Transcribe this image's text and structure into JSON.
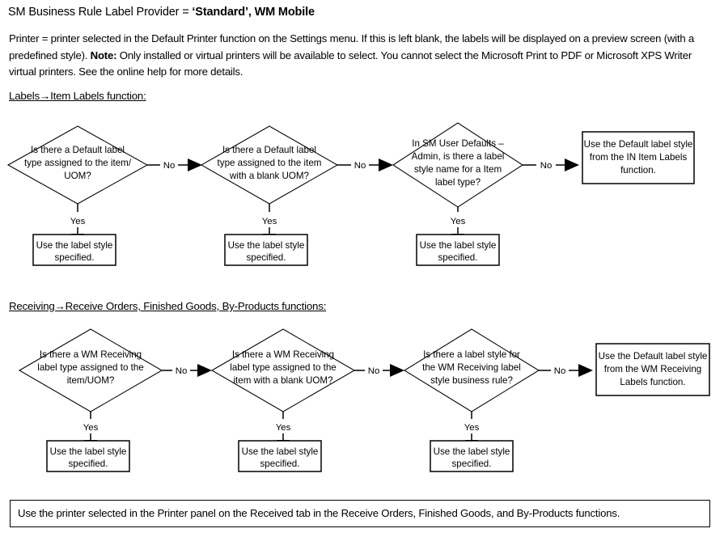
{
  "document": {
    "title_plain": "SM Business Rule Label Provider = ",
    "title_bold": "‘Standard’, WM Mobile",
    "intro_part1": "Printer = printer selected in the Default Printer function on the Settings menu. If this is left blank, the labels will be displayed on a preview screen (with a predefined style). ",
    "intro_bold": "Note:",
    "intro_part2": " Only installed or virtual printers will be available to select. You cannot select the Microsoft Print to PDF or Microsoft XPS Writer virtual printers. See the online help for more details.",
    "footer_note": "Use the printer selected in the Printer panel on the Received tab in the Receive Orders, Finished Goods, and By-Products functions."
  },
  "sections": [
    {
      "heading": "Labels→Item Labels function:",
      "decisions": [
        {
          "id": "item-labels-default-item-uom",
          "lines": [
            "Is there a Default label",
            "type assigned to the item/",
            "UOM?"
          ],
          "no_label": "No",
          "yes_label": "Yes",
          "yes_target_lines": [
            "Use the label style",
            "specified."
          ]
        },
        {
          "id": "item-labels-default-blank-uom",
          "lines": [
            "Is there a Default label",
            "type assigned to the item",
            "with a blank UOM?"
          ],
          "no_label": "No",
          "yes_label": "Yes",
          "yes_target_lines": [
            "Use the label style",
            "specified."
          ]
        },
        {
          "id": "item-labels-user-defaults-admin",
          "lines": [
            "In SM User Defaults –",
            "Admin, is there a label",
            "style name for a Item",
            "label type?"
          ],
          "no_label": "No",
          "yes_label": "Yes",
          "yes_target_lines": [
            "Use the label style",
            "specified."
          ]
        }
      ],
      "terminal": {
        "id": "item-labels-default-terminal",
        "lines": [
          "Use the Default label style",
          "from the IN Item Labels",
          "function."
        ]
      }
    },
    {
      "heading": "Receiving→Receive Orders, Finished Goods, By-Products functions:",
      "decisions": [
        {
          "id": "receiving-wm-item-uom",
          "lines": [
            "Is there a WM Receiving",
            "label type assigned to the",
            "item/UOM?"
          ],
          "no_label": "No",
          "yes_label": "Yes",
          "yes_target_lines": [
            "Use the label style",
            "specified."
          ]
        },
        {
          "id": "receiving-wm-blank-uom",
          "lines": [
            "Is there a WM Receiving",
            "label type assigned to the",
            "item with a blank UOM?"
          ],
          "no_label": "No",
          "yes_label": "Yes",
          "yes_target_lines": [
            "Use the label style",
            "specified."
          ]
        },
        {
          "id": "receiving-wm-business-rule",
          "lines": [
            "Is there a label style for",
            "the WM Receiving label",
            "style business rule?"
          ],
          "no_label": "No",
          "yes_label": "Yes",
          "yes_target_lines": [
            "Use the label style",
            "specified."
          ]
        }
      ],
      "terminal": {
        "id": "receiving-default-terminal",
        "lines": [
          "Use the Default label style",
          "from the WM Receiving",
          "Labels function."
        ]
      }
    }
  ],
  "colors": {
    "stroke": "#000000",
    "fill": "#ffffff",
    "text": "#000000"
  }
}
